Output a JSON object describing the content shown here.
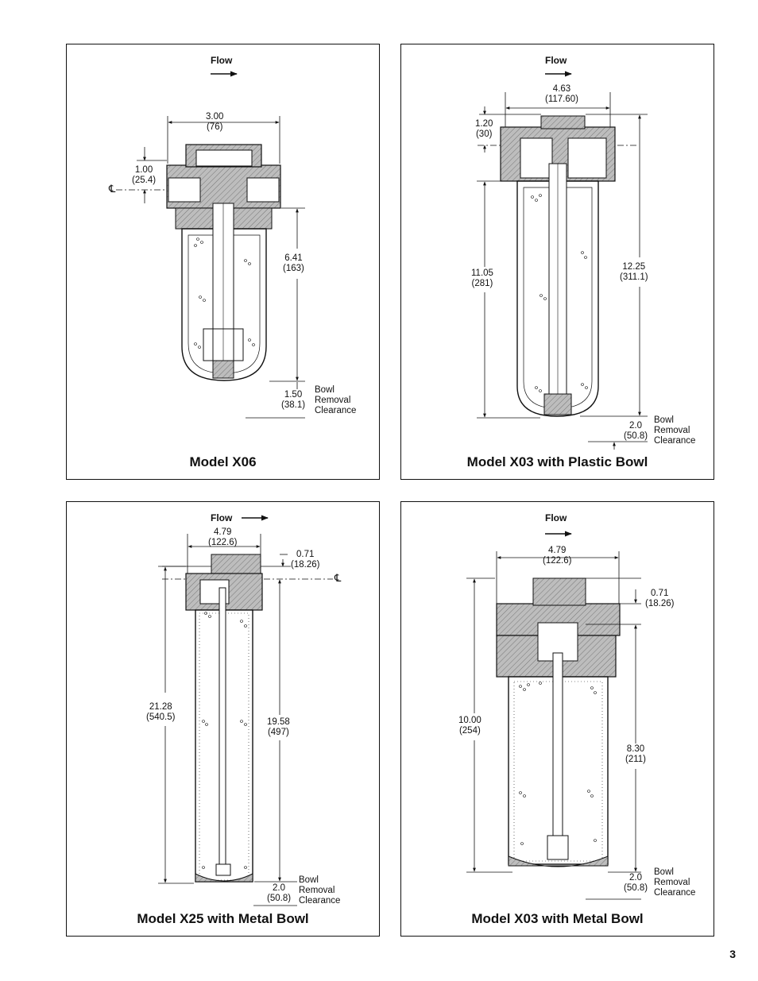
{
  "flow_label": "Flow",
  "centerline_symbol": "℄",
  "page_number": "3",
  "panels": {
    "x06": {
      "title": "Model X06",
      "width": [
        "3.00",
        "(76)"
      ],
      "inlet": [
        "1.00",
        "(25.4)"
      ],
      "height": [
        "6.41",
        "(163)"
      ],
      "clearance": [
        "1.50",
        "(38.1)"
      ],
      "clearance_label": [
        "Bowl",
        "Removal",
        "Clearance"
      ]
    },
    "x03p": {
      "title": "Model X03 with Plastic Bowl",
      "width": [
        "4.63",
        "(117.60)"
      ],
      "inlet": [
        "1.20",
        "(30)"
      ],
      "height_a": [
        "11.05",
        "(281)"
      ],
      "height_b": [
        "12.25",
        "(311.1)"
      ],
      "clearance": [
        "2.0",
        "(50.8)"
      ],
      "clearance_label": [
        "Bowl",
        "Removal",
        "Clearance"
      ]
    },
    "x25": {
      "title": "Model X25 with Metal Bowl",
      "width": [
        "4.79",
        "(122.6)"
      ],
      "inlet": [
        "0.71",
        "(18.26)"
      ],
      "height_a": [
        "21.28",
        "(540.5)"
      ],
      "height_b": [
        "19.58",
        "(497)"
      ],
      "clearance": [
        "2.0",
        "(50.8)"
      ],
      "clearance_label": [
        "Bowl",
        "Removal",
        "Clearance"
      ]
    },
    "x03m": {
      "title": "Model X03 with Metal Bowl",
      "width": [
        "4.79",
        "(122.6)"
      ],
      "inlet": [
        "0.71",
        "(18.26)"
      ],
      "height_a": [
        "10.00",
        "(254)"
      ],
      "height_b": [
        "8.30",
        "(211)"
      ],
      "clearance": [
        "2.0",
        "(50.8)"
      ],
      "clearance_label": [
        "Bowl",
        "Removal",
        "Clearance"
      ]
    }
  }
}
